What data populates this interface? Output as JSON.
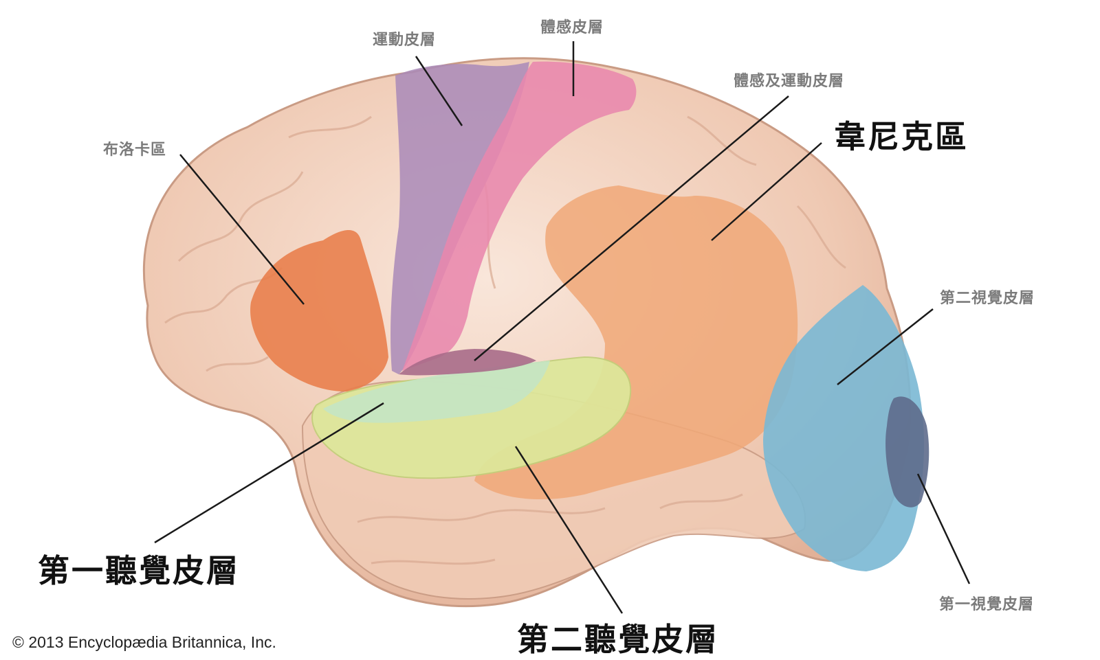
{
  "labels": {
    "motor_cortex": "運動皮層",
    "somatosensory_cortex": "體感皮層",
    "sensorimotor_cortex": "體感及運動皮層",
    "broca_area": "布洛卡區",
    "wernicke_area": "韋尼克區",
    "secondary_visual_cortex": "第二視覺皮層",
    "primary_auditory_cortex": "第一聽覺皮層",
    "secondary_auditory_cortex": "第二聽覺皮層",
    "primary_visual_cortex": "第一視覺皮層"
  },
  "copyright": "© 2013 Encyclopædia Britannica, Inc.",
  "colors": {
    "brain": "#f2d2c0",
    "motor": "#a98ab8",
    "somatosensory": "#e888ad",
    "broca": "#e87d4a",
    "wernicke": "#f0a878",
    "secondary_auditory": "#dde89a",
    "primary_auditory": "#c4e4c4",
    "overlap": "#a86b8a",
    "secondary_visual": "#7ab8d4",
    "primary_visual": "#5e6b8c",
    "leader_line": "#1a1a1a"
  }
}
